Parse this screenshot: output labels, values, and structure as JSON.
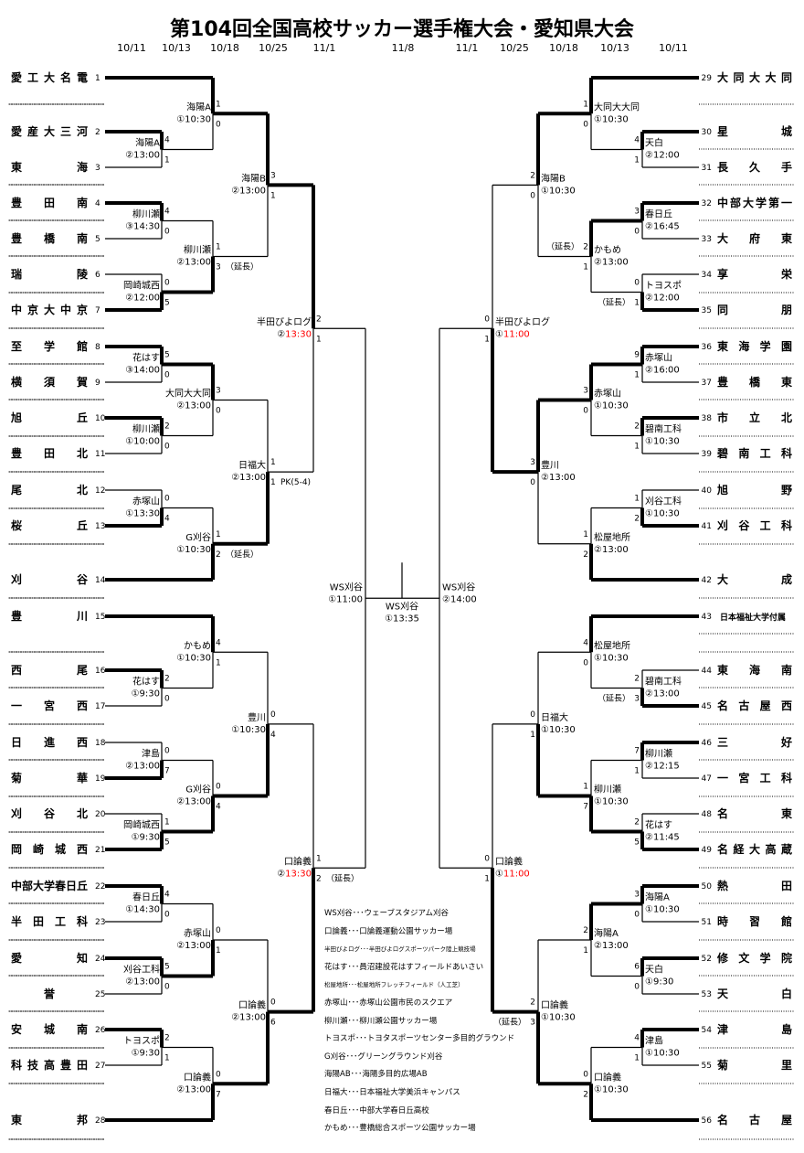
{
  "title": "第104回全国高校サッカー選手権大会・愛知県大会",
  "dates": [
    "10/11",
    "10/13",
    "10/18",
    "10/25",
    "11/1",
    "11/8",
    "11/1",
    "10/25",
    "10/18",
    "10/13",
    "10/11"
  ],
  "colors": {
    "line": "#000000",
    "accent_time": "#ff0000",
    "dotted": "#000000"
  },
  "teams_left": [
    {
      "seed": 1,
      "name": "愛工大名電"
    },
    {
      "seed": 2,
      "name": "愛産大三河"
    },
    {
      "seed": 3,
      "name": "東海"
    },
    {
      "seed": 4,
      "name": "豊田南"
    },
    {
      "seed": 5,
      "name": "豊橋南"
    },
    {
      "seed": 6,
      "name": "瑞陵"
    },
    {
      "seed": 7,
      "name": "中京大中京"
    },
    {
      "seed": 8,
      "name": "至学館"
    },
    {
      "seed": 9,
      "name": "横須賀"
    },
    {
      "seed": 10,
      "name": "旭丘"
    },
    {
      "seed": 11,
      "name": "豊田北"
    },
    {
      "seed": 12,
      "name": "尾北"
    },
    {
      "seed": 13,
      "name": "桜丘"
    },
    {
      "seed": 14,
      "name": "刈谷"
    },
    {
      "seed": 15,
      "name": "豊川"
    },
    {
      "seed": 16,
      "name": "西尾"
    },
    {
      "seed": 17,
      "name": "一宮西"
    },
    {
      "seed": 18,
      "name": "日進西"
    },
    {
      "seed": 19,
      "name": "菊華"
    },
    {
      "seed": 20,
      "name": "刈谷北"
    },
    {
      "seed": 21,
      "name": "岡崎城西"
    },
    {
      "seed": 22,
      "name": "中部大学春日丘"
    },
    {
      "seed": 23,
      "name": "半田工科"
    },
    {
      "seed": 24,
      "name": "愛知"
    },
    {
      "seed": 25,
      "name": "誉"
    },
    {
      "seed": 26,
      "name": "安城南"
    },
    {
      "seed": 27,
      "name": "科技高豊田"
    },
    {
      "seed": 28,
      "name": "東邦"
    }
  ],
  "teams_right": [
    {
      "seed": 29,
      "name": "大同大大同"
    },
    {
      "seed": 30,
      "name": "星城"
    },
    {
      "seed": 31,
      "name": "長久手"
    },
    {
      "seed": 32,
      "name": "中部大学第一"
    },
    {
      "seed": 33,
      "name": "大府東"
    },
    {
      "seed": 34,
      "name": "享栄"
    },
    {
      "seed": 35,
      "name": "同朋"
    },
    {
      "seed": 36,
      "name": "東海学園"
    },
    {
      "seed": 37,
      "name": "豊橋東"
    },
    {
      "seed": 38,
      "name": "市立北"
    },
    {
      "seed": 39,
      "name": "碧南工科"
    },
    {
      "seed": 40,
      "name": "旭野"
    },
    {
      "seed": 41,
      "name": "刈谷工科"
    },
    {
      "seed": 42,
      "name": "大成"
    },
    {
      "seed": 43,
      "name": "日本福祉大学付属"
    },
    {
      "seed": 44,
      "name": "東海南"
    },
    {
      "seed": 45,
      "name": "名古屋西"
    },
    {
      "seed": 46,
      "name": "三好"
    },
    {
      "seed": 47,
      "name": "一宮工科"
    },
    {
      "seed": 48,
      "name": "名東"
    },
    {
      "seed": 49,
      "name": "名経大高蔵"
    },
    {
      "seed": 50,
      "name": "熱田"
    },
    {
      "seed": 51,
      "name": "時習館"
    },
    {
      "seed": 52,
      "name": "修文学院"
    },
    {
      "seed": 53,
      "name": "天白"
    },
    {
      "seed": 54,
      "name": "津島"
    },
    {
      "seed": 55,
      "name": "菊里"
    },
    {
      "seed": 56,
      "name": "名古屋"
    }
  ],
  "matches_left": [
    {
      "id": "L-r1-2v3",
      "venue": "海陽A",
      "time": "②13:00",
      "scores": [
        4,
        1
      ],
      "winner": 0
    },
    {
      "id": "L-r1-4v5",
      "venue": "柳川瀬",
      "time": "③14:30",
      "scores": [
        4,
        0
      ],
      "winner": 0
    },
    {
      "id": "L-r1-6v7",
      "venue": "岡崎城西",
      "time": "②12:00",
      "scores": [
        0,
        5
      ],
      "winner": 1
    },
    {
      "id": "L-r1-8v9",
      "venue": "花はす",
      "time": "③14:00",
      "scores": [
        5,
        0
      ],
      "winner": 0
    },
    {
      "id": "L-r1-10v11",
      "venue": "柳川瀬",
      "time": "①10:00",
      "scores": [
        2,
        0
      ],
      "winner": 0
    },
    {
      "id": "L-r1-12v13",
      "venue": "赤塚山",
      "time": "①13:30",
      "scores": [
        0,
        4
      ],
      "winner": 1
    },
    {
      "id": "L-r1-16v17",
      "venue": "花はす",
      "time": "①9:30",
      "scores": [
        2,
        0
      ],
      "winner": 0
    },
    {
      "id": "L-r1-18v19",
      "venue": "津島",
      "time": "②13:00",
      "scores": [
        0,
        7
      ],
      "winner": 1
    },
    {
      "id": "L-r1-20v21",
      "venue": "岡崎城西",
      "time": "①9:30",
      "scores": [
        1,
        5
      ],
      "winner": 1
    },
    {
      "id": "L-r1-22v23",
      "venue": "春日丘",
      "time": "①14:30",
      "scores": [
        4,
        0
      ],
      "winner": 0
    },
    {
      "id": "L-r1-24v25",
      "venue": "刈谷工科",
      "time": "②13:00",
      "scores": [
        5,
        0
      ],
      "winner": 0
    },
    {
      "id": "L-r1-26v27",
      "venue": "トヨスポ",
      "time": "①9:30",
      "scores": [
        2,
        1
      ],
      "winner": 0
    },
    {
      "id": "L-r2-a",
      "venue": "海陽A",
      "time": "①10:30",
      "scores": [
        1,
        0
      ],
      "winner": 0
    },
    {
      "id": "L-r2-b",
      "venue": "柳川瀬",
      "time": "②13:00",
      "scores": [
        1,
        3
      ],
      "winner": 1,
      "note_bottom": "（延長）"
    },
    {
      "id": "L-r2-c",
      "venue": "大同大大同",
      "time": "②13:00",
      "scores": [
        3,
        0
      ],
      "winner": 0
    },
    {
      "id": "L-r2-d",
      "venue": "G刈谷",
      "time": "①10:30",
      "scores": [
        1,
        2
      ],
      "winner": 1,
      "note_bottom": "（延長）"
    },
    {
      "id": "L-r2-e",
      "venue": "かもめ",
      "time": "①10:30",
      "scores": [
        4,
        1
      ],
      "winner": 0
    },
    {
      "id": "L-r2-f",
      "venue": "G刈谷",
      "time": "②13:00",
      "scores": [
        0,
        4
      ],
      "winner": 1
    },
    {
      "id": "L-r2-g",
      "venue": "赤塚山",
      "time": "②13:00",
      "scores": [
        0,
        1
      ],
      "winner": 1
    },
    {
      "id": "L-r2-h",
      "venue": "口論義",
      "time": "②13:00",
      "scores": [
        0,
        7
      ],
      "winner": 1
    },
    {
      "id": "L-r3-a",
      "venue": "海陽B",
      "time": "②13:00",
      "scores": [
        3,
        1
      ],
      "winner": 0
    },
    {
      "id": "L-r3-b",
      "venue": "日福大",
      "time": "②13:00",
      "scores": [
        1,
        1
      ],
      "winner": 1,
      "note_bottom": "PK(5-4)"
    },
    {
      "id": "L-r3-c",
      "venue": "豊川",
      "time": "①10:30",
      "scores": [
        0,
        4
      ],
      "winner": 1
    },
    {
      "id": "L-r3-d",
      "venue": "口論義",
      "time": "②13:00",
      "scores": [
        0,
        6
      ],
      "winner": 1
    },
    {
      "id": "L-r4-a",
      "venue": "半田びよログ",
      "time": "②13:30",
      "time_red": true,
      "scores": [
        2,
        1
      ],
      "winner": 0
    },
    {
      "id": "L-r4-b",
      "venue": "口論義",
      "time": "②13:30",
      "time_red": true,
      "scores": [
        1,
        2
      ],
      "winner": 1,
      "note_bottom": "（延長）"
    }
  ],
  "matches_right": [
    {
      "id": "R-r1-30v31",
      "venue": "天白",
      "time": "②12:00",
      "scores": [
        4,
        1
      ],
      "winner": 0
    },
    {
      "id": "R-r1-32v33",
      "venue": "春日丘",
      "time": "②16:45",
      "scores": [
        3,
        0
      ],
      "winner": 0
    },
    {
      "id": "R-r1-34v35",
      "venue": "トヨスポ",
      "time": "②12:00",
      "scores": [
        0,
        1
      ],
      "winner": 1,
      "note_bottom": "（延長）"
    },
    {
      "id": "R-r1-36v37",
      "venue": "赤塚山",
      "time": "②16:00",
      "scores": [
        9,
        1
      ],
      "winner": 0
    },
    {
      "id": "R-r1-38v39",
      "venue": "碧南工科",
      "time": "①10:30",
      "scores": [
        2,
        1
      ],
      "winner": 0
    },
    {
      "id": "R-r1-40v41",
      "venue": "刈谷工科",
      "time": "①10:30",
      "scores": [
        1,
        2
      ],
      "winner": 1
    },
    {
      "id": "R-r1-44v45",
      "venue": "碧南工科",
      "time": "②13:00",
      "scores": [
        2,
        3
      ],
      "winner": 1,
      "note_bottom": "（延長）"
    },
    {
      "id": "R-r1-46v47",
      "venue": "柳川瀬",
      "time": "②12:15",
      "scores": [
        7,
        1
      ],
      "winner": 0
    },
    {
      "id": "R-r1-48v49",
      "venue": "花はす",
      "time": "②11:45",
      "scores": [
        2,
        5
      ],
      "winner": 1
    },
    {
      "id": "R-r1-50v51",
      "venue": "海陽A",
      "time": "①10:30",
      "scores": [
        3,
        0
      ],
      "winner": 0
    },
    {
      "id": "R-r1-52v53",
      "venue": "天白",
      "time": "①9:30",
      "scores": [
        6,
        0
      ],
      "winner": 0
    },
    {
      "id": "R-r1-54v55",
      "venue": "津島",
      "time": "①10:30",
      "scores": [
        4,
        1
      ],
      "winner": 0
    },
    {
      "id": "R-r2-a",
      "venue": "大同大大同",
      "time": "①10:30",
      "scores": [
        1,
        0
      ],
      "winner": 0
    },
    {
      "id": "R-r2-b",
      "venue": "かもめ",
      "time": "②13:00",
      "scores": [
        2,
        1
      ],
      "winner": 0,
      "note_top": "（延長）"
    },
    {
      "id": "R-r2-c",
      "venue": "赤塚山",
      "time": "①10:30",
      "scores": [
        3,
        0
      ],
      "winner": 0
    },
    {
      "id": "R-r2-d",
      "venue": "松屋地所",
      "time": "②13:00",
      "scores": [
        1,
        2
      ],
      "winner": 1
    },
    {
      "id": "R-r2-e",
      "venue": "松屋地所",
      "time": "①10:30",
      "scores": [
        4,
        0
      ],
      "winner": 0
    },
    {
      "id": "R-r2-f",
      "venue": "柳川瀬",
      "time": "①10:30",
      "scores": [
        1,
        7
      ],
      "winner": 1
    },
    {
      "id": "R-r2-g",
      "venue": "海陽A",
      "time": "②13:00",
      "scores": [
        2,
        1
      ],
      "winner": 0
    },
    {
      "id": "R-r2-h",
      "venue": "口論義",
      "time": "①10:30",
      "scores": [
        0,
        2
      ],
      "winner": 1
    },
    {
      "id": "R-r3-a",
      "venue": "海陽B",
      "time": "①10:30",
      "scores": [
        2,
        0
      ],
      "winner": 0
    },
    {
      "id": "R-r3-b",
      "venue": "豊川",
      "time": "②13:00",
      "scores": [
        3,
        0
      ],
      "winner": 0
    },
    {
      "id": "R-r3-c",
      "venue": "日福大",
      "time": "①10:30",
      "scores": [
        0,
        1
      ],
      "winner": 1
    },
    {
      "id": "R-r3-d",
      "venue": "口論義",
      "time": "①10:30",
      "scores": [
        2,
        3
      ],
      "winner": 1,
      "note_top": "（延長）"
    },
    {
      "id": "R-r4-a",
      "venue": "半田びよログ",
      "time": "①11:00",
      "time_red": true,
      "scores": [
        0,
        1
      ],
      "winner": 1
    },
    {
      "id": "R-r4-b",
      "venue": "口論義",
      "time": "①11:00",
      "time_red": true,
      "scores": [
        0,
        1
      ],
      "winner": 1
    }
  ],
  "semifinal_left": {
    "venue": "WS刈谷",
    "time": "①11:00"
  },
  "semifinal_right": {
    "venue": "WS刈谷",
    "time": "②14:00"
  },
  "final": {
    "venue": "WS刈谷",
    "time": "①13:35"
  },
  "venues_legend": [
    {
      "text": "WS刈谷･･･ウェーブスタジアム刈谷"
    },
    {
      "text": "口論義･･･口論義運動公園サッカー場"
    },
    {
      "text": "半田びよログ･･･半田びよログスポーツパーク陸上競技場",
      "small": true
    },
    {
      "text": "花はす･･･員沼建設花はすフィールドあいさい"
    },
    {
      "text": "松屋地所･･･松屋地所フレッチフィールド（人工芝）",
      "small": true
    },
    {
      "text": "赤塚山･･･赤塚山公園市民のスクエア"
    },
    {
      "text": "柳川瀬･･･柳川瀬公園サッカー場"
    },
    {
      "text": "トヨスポ･･･トヨタスポーツセンター多目的グラウンド"
    },
    {
      "text": "G刈谷･･･グリーングラウンド刈谷"
    },
    {
      "text": "海陽AB･･･海陽多目的広場AB"
    },
    {
      "text": "日福大･･･日本福祉大学美浜キャンパス"
    },
    {
      "text": "春日丘･･･中部大学春日丘高校"
    },
    {
      "text": "かもめ･･･豊橋総合スポーツ公園サッカー場"
    }
  ]
}
